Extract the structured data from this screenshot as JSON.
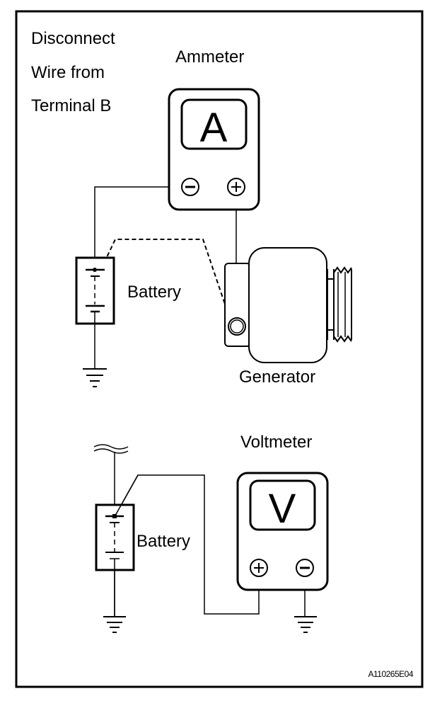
{
  "figure": {
    "note_lines": [
      "Disconnect",
      "Wire from",
      "Terminal B"
    ],
    "ammeter": {
      "label": "Ammeter",
      "display": "A",
      "left_terminal": "negative",
      "right_terminal": "positive"
    },
    "voltmeter": {
      "label": "Voltmeter",
      "display": "V",
      "left_terminal": "positive",
      "right_terminal": "negative"
    },
    "battery_top_label": "Battery",
    "battery_bottom_label": "Battery",
    "generator_label": "Generator",
    "figure_code": "A110265E04",
    "colors": {
      "line": "#000000",
      "background": "#ffffff"
    }
  }
}
